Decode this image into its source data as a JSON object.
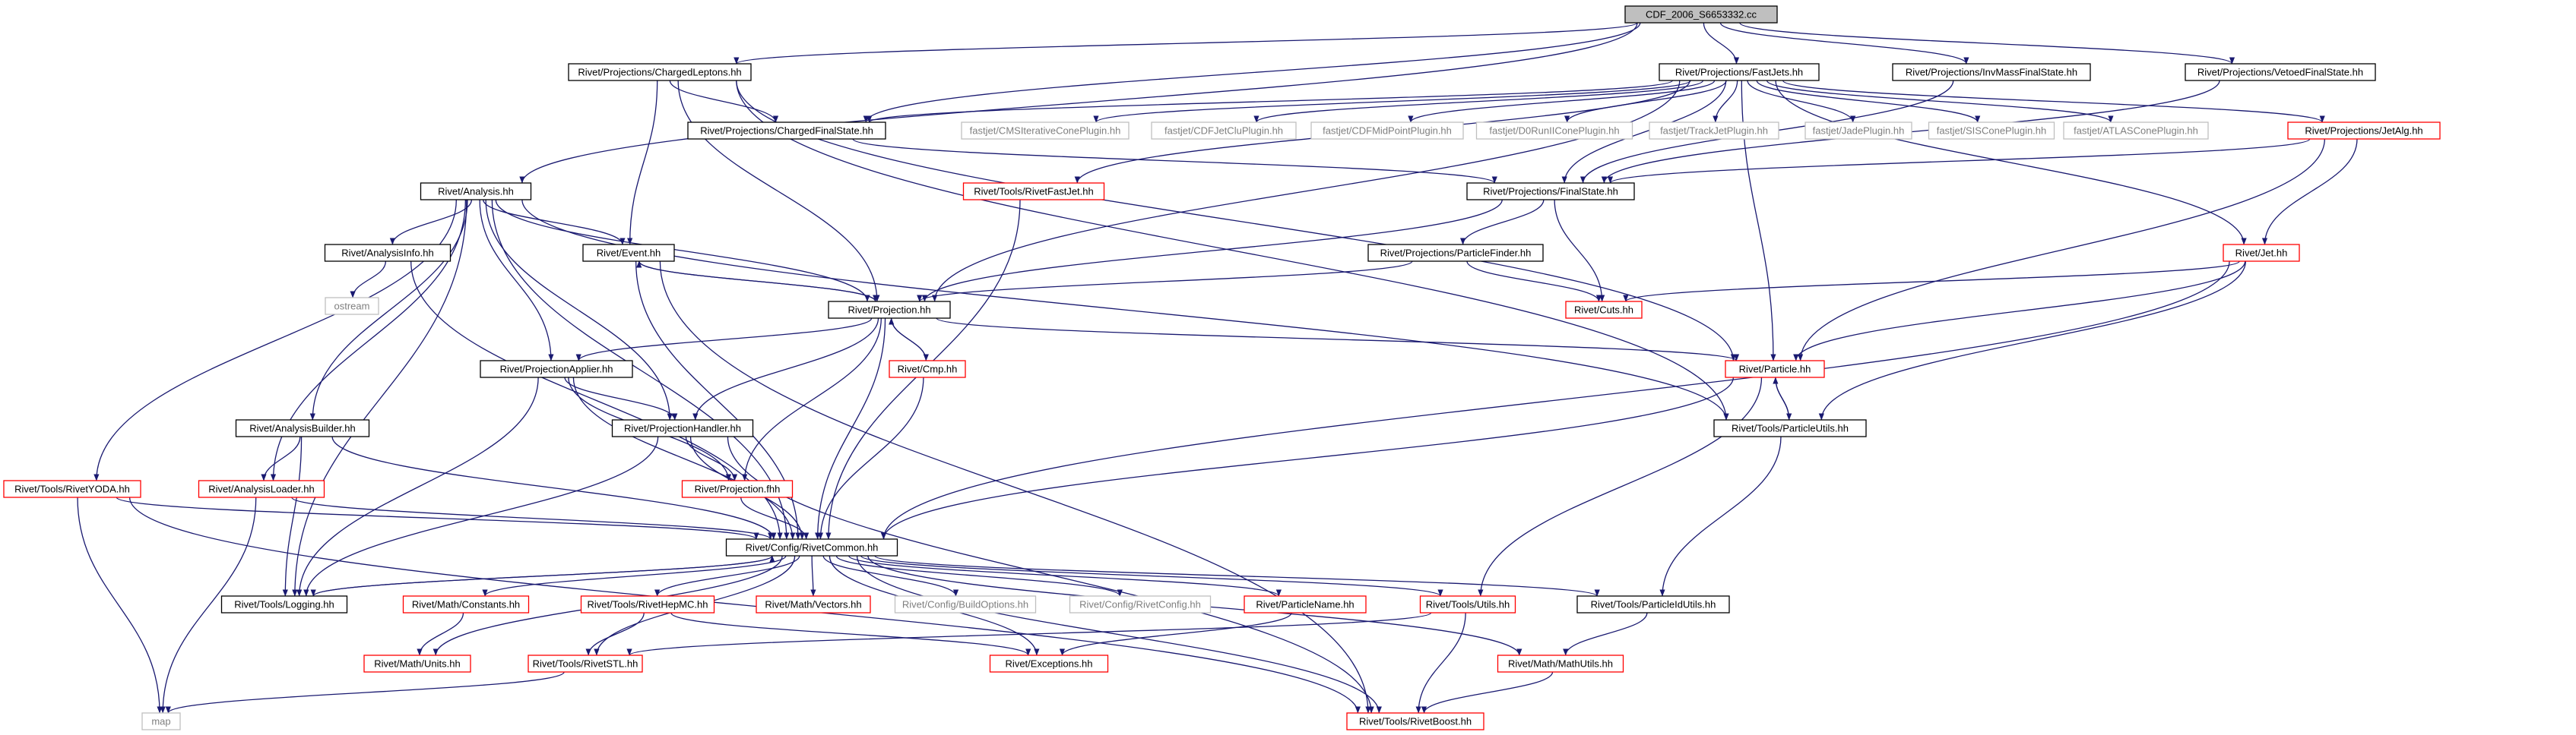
{
  "colors": {
    "link": "#191970",
    "box_black": "#000000",
    "box_red": "#ff0000",
    "box_grey": "#bfbfbf",
    "root_fill": "#bfbfbf",
    "text_black": "#000000",
    "text_grey": "#7f7f7f"
  },
  "nodes": [
    {
      "id": "cdf",
      "label": "CDF_2006_S6653332.cc"
    },
    {
      "id": "chargedleptons",
      "label": "Rivet/Projections/ChargedLeptons.hh"
    },
    {
      "id": "fastjets",
      "label": "Rivet/Projections/FastJets.hh"
    },
    {
      "id": "invmass",
      "label": "Rivet/Projections/InvMassFinalState.hh"
    },
    {
      "id": "vetoed",
      "label": "Rivet/Projections/VetoedFinalState.hh"
    },
    {
      "id": "chargedfs",
      "label": "Rivet/Projections/ChargedFinalState.hh"
    },
    {
      "id": "cms",
      "label": "fastjet/CMSIterativeConePlugin.hh"
    },
    {
      "id": "jetclu",
      "label": "fastjet/CDFJetCluPlugin.hh"
    },
    {
      "id": "midpoint",
      "label": "fastjet/CDFMidPointPlugin.hh"
    },
    {
      "id": "d0run",
      "label": "fastjet/D0RunIIConePlugin.hh"
    },
    {
      "id": "trackjet",
      "label": "fastjet/TrackJetPlugin.hh"
    },
    {
      "id": "jade",
      "label": "fastjet/JadePlugin.hh"
    },
    {
      "id": "siscone",
      "label": "fastjet/SISConePlugin.hh"
    },
    {
      "id": "atlas",
      "label": "fastjet/ATLASConePlugin.hh"
    },
    {
      "id": "jetalg",
      "label": "Rivet/Projections/JetAlg.hh"
    },
    {
      "id": "analysis",
      "label": "Rivet/Analysis.hh"
    },
    {
      "id": "rivetfastjet",
      "label": "Rivet/Tools/RivetFastJet.hh"
    },
    {
      "id": "finalstate",
      "label": "Rivet/Projections/FinalState.hh"
    },
    {
      "id": "analysisinfo",
      "label": "Rivet/AnalysisInfo.hh"
    },
    {
      "id": "event",
      "label": "Rivet/Event.hh"
    },
    {
      "id": "particlefinder",
      "label": "Rivet/Projections/ParticleFinder.hh"
    },
    {
      "id": "jet",
      "label": "Rivet/Jet.hh"
    },
    {
      "id": "ostream",
      "label": "ostream"
    },
    {
      "id": "projection",
      "label": "Rivet/Projection.hh"
    },
    {
      "id": "cuts",
      "label": "Rivet/Cuts.hh"
    },
    {
      "id": "projapplier",
      "label": "Rivet/ProjectionApplier.hh"
    },
    {
      "id": "cmp",
      "label": "Rivet/Cmp.hh"
    },
    {
      "id": "particle",
      "label": "Rivet/Particle.hh"
    },
    {
      "id": "analysisbuilder",
      "label": "Rivet/AnalysisBuilder.hh"
    },
    {
      "id": "projhandler",
      "label": "Rivet/ProjectionHandler.hh"
    },
    {
      "id": "particleutils",
      "label": "Rivet/Tools/ParticleUtils.hh"
    },
    {
      "id": "rivetyoda",
      "label": "Rivet/Tools/RivetYODA.hh"
    },
    {
      "id": "analysisloader",
      "label": "Rivet/AnalysisLoader.hh"
    },
    {
      "id": "projfhh",
      "label": "Rivet/Projection.fhh"
    },
    {
      "id": "rivetcommon",
      "label": "Rivet/Config/RivetCommon.hh"
    },
    {
      "id": "logging",
      "label": "Rivet/Tools/Logging.hh"
    },
    {
      "id": "constants",
      "label": "Rivet/Math/Constants.hh"
    },
    {
      "id": "rivethepmc",
      "label": "Rivet/Tools/RivetHepMC.hh"
    },
    {
      "id": "vectors",
      "label": "Rivet/Math/Vectors.hh"
    },
    {
      "id": "buildoptions",
      "label": "Rivet/Config/BuildOptions.hh"
    },
    {
      "id": "rivetconfig",
      "label": "Rivet/Config/RivetConfig.hh"
    },
    {
      "id": "particlename",
      "label": "Rivet/ParticleName.hh"
    },
    {
      "id": "toolsutils",
      "label": "Rivet/Tools/Utils.hh"
    },
    {
      "id": "particleidutils",
      "label": "Rivet/Tools/ParticleIdUtils.hh"
    },
    {
      "id": "units",
      "label": "Rivet/Math/Units.hh"
    },
    {
      "id": "rivetstl",
      "label": "Rivet/Tools/RivetSTL.hh"
    },
    {
      "id": "exceptions",
      "label": "Rivet/Exceptions.hh"
    },
    {
      "id": "mathutils",
      "label": "Rivet/Math/MathUtils.hh"
    },
    {
      "id": "map",
      "label": "map"
    },
    {
      "id": "rivetboost",
      "label": "Rivet/Tools/RivetBoost.hh"
    }
  ],
  "edges": [
    [
      "cdf",
      "chargedleptons"
    ],
    [
      "cdf",
      "fastjets"
    ],
    [
      "cdf",
      "invmass"
    ],
    [
      "cdf",
      "vetoed"
    ],
    [
      "cdf",
      "analysis"
    ],
    [
      "cdf",
      "chargedfs"
    ],
    [
      "chargedleptons",
      "chargedfs"
    ],
    [
      "chargedleptons",
      "event"
    ],
    [
      "chargedleptons",
      "projection"
    ],
    [
      "chargedleptons",
      "particle"
    ],
    [
      "chargedleptons",
      "particleutils"
    ],
    [
      "fastjets",
      "chargedfs"
    ],
    [
      "fastjets",
      "cms"
    ],
    [
      "fastjets",
      "jetclu"
    ],
    [
      "fastjets",
      "midpoint"
    ],
    [
      "fastjets",
      "d0run"
    ],
    [
      "fastjets",
      "trackjet"
    ],
    [
      "fastjets",
      "jade"
    ],
    [
      "fastjets",
      "siscone"
    ],
    [
      "fastjets",
      "atlas"
    ],
    [
      "fastjets",
      "jetalg"
    ],
    [
      "fastjets",
      "rivetfastjet"
    ],
    [
      "fastjets",
      "finalstate"
    ],
    [
      "fastjets",
      "projection"
    ],
    [
      "fastjets",
      "jet"
    ],
    [
      "fastjets",
      "particle"
    ],
    [
      "invmass",
      "finalstate"
    ],
    [
      "vetoed",
      "finalstate"
    ],
    [
      "chargedfs",
      "finalstate"
    ],
    [
      "jetalg",
      "finalstate"
    ],
    [
      "jetalg",
      "jet"
    ],
    [
      "jetalg",
      "particle"
    ],
    [
      "analysis",
      "analysisinfo"
    ],
    [
      "analysis",
      "event"
    ],
    [
      "analysis",
      "projection"
    ],
    [
      "analysis",
      "projapplier"
    ],
    [
      "analysis",
      "projhandler"
    ],
    [
      "analysis",
      "analysisbuilder"
    ],
    [
      "analysis",
      "analysisloader"
    ],
    [
      "analysis",
      "rivetyoda"
    ],
    [
      "analysis",
      "rivetcommon"
    ],
    [
      "analysis",
      "logging"
    ],
    [
      "analysis",
      "particleutils"
    ],
    [
      "rivetfastjet",
      "rivetcommon"
    ],
    [
      "finalstate",
      "particlefinder"
    ],
    [
      "finalstate",
      "cuts"
    ],
    [
      "finalstate",
      "projection"
    ],
    [
      "analysisinfo",
      "ostream"
    ],
    [
      "analysisinfo",
      "rivetcommon"
    ],
    [
      "event",
      "projection"
    ],
    [
      "event",
      "rivetcommon"
    ],
    [
      "event",
      "rivetboost"
    ],
    [
      "particlefinder",
      "projection"
    ],
    [
      "particlefinder",
      "cuts"
    ],
    [
      "jet",
      "cuts"
    ],
    [
      "jet",
      "particle"
    ],
    [
      "jet",
      "particleutils"
    ],
    [
      "jet",
      "rivetcommon"
    ],
    [
      "projection",
      "event"
    ],
    [
      "projection",
      "cmp"
    ],
    [
      "projection",
      "projapplier"
    ],
    [
      "projection",
      "projhandler"
    ],
    [
      "projection",
      "projfhh"
    ],
    [
      "projection",
      "rivetcommon"
    ],
    [
      "projection",
      "particle"
    ],
    [
      "projapplier",
      "projhandler"
    ],
    [
      "projapplier",
      "projfhh"
    ],
    [
      "projapplier",
      "rivetcommon"
    ],
    [
      "projapplier",
      "logging"
    ],
    [
      "cmp",
      "projection"
    ],
    [
      "cmp",
      "rivetcommon"
    ],
    [
      "particle",
      "particleutils"
    ],
    [
      "particle",
      "rivetcommon"
    ],
    [
      "particle",
      "toolsutils"
    ],
    [
      "particleutils",
      "particle"
    ],
    [
      "particleutils",
      "particleidutils"
    ],
    [
      "analysisbuilder",
      "analysisloader"
    ],
    [
      "analysisbuilder",
      "rivetcommon"
    ],
    [
      "analysisbuilder",
      "logging"
    ],
    [
      "projhandler",
      "projfhh"
    ],
    [
      "projhandler",
      "rivetcommon"
    ],
    [
      "projhandler",
      "logging"
    ],
    [
      "projhandler",
      "rivetboost"
    ],
    [
      "rivetyoda",
      "rivetcommon"
    ],
    [
      "rivetyoda",
      "map"
    ],
    [
      "rivetyoda",
      "rivetboost"
    ],
    [
      "analysisloader",
      "rivetcommon"
    ],
    [
      "analysisloader",
      "map"
    ],
    [
      "projfhh",
      "rivetcommon"
    ],
    [
      "rivetcommon",
      "logging"
    ],
    [
      "rivetcommon",
      "constants"
    ],
    [
      "rivetcommon",
      "rivethepmc"
    ],
    [
      "rivetcommon",
      "vectors"
    ],
    [
      "rivetcommon",
      "buildoptions"
    ],
    [
      "rivetcommon",
      "rivetconfig"
    ],
    [
      "rivetcommon",
      "particlename"
    ],
    [
      "rivetcommon",
      "toolsutils"
    ],
    [
      "rivetcommon",
      "particleidutils"
    ],
    [
      "rivetcommon",
      "units"
    ],
    [
      "rivetcommon",
      "rivetstl"
    ],
    [
      "rivetcommon",
      "exceptions"
    ],
    [
      "rivetcommon",
      "mathutils"
    ],
    [
      "rivetcommon",
      "rivetboost"
    ],
    [
      "logging",
      "rivetcommon"
    ],
    [
      "constants",
      "units"
    ],
    [
      "rivethepmc",
      "rivetstl"
    ],
    [
      "rivethepmc",
      "exceptions"
    ],
    [
      "particlename",
      "exceptions"
    ],
    [
      "toolsutils",
      "rivetstl"
    ],
    [
      "toolsutils",
      "rivetboost"
    ],
    [
      "particleidutils",
      "mathutils"
    ],
    [
      "rivetstl",
      "map"
    ],
    [
      "mathutils",
      "rivetboost"
    ]
  ]
}
